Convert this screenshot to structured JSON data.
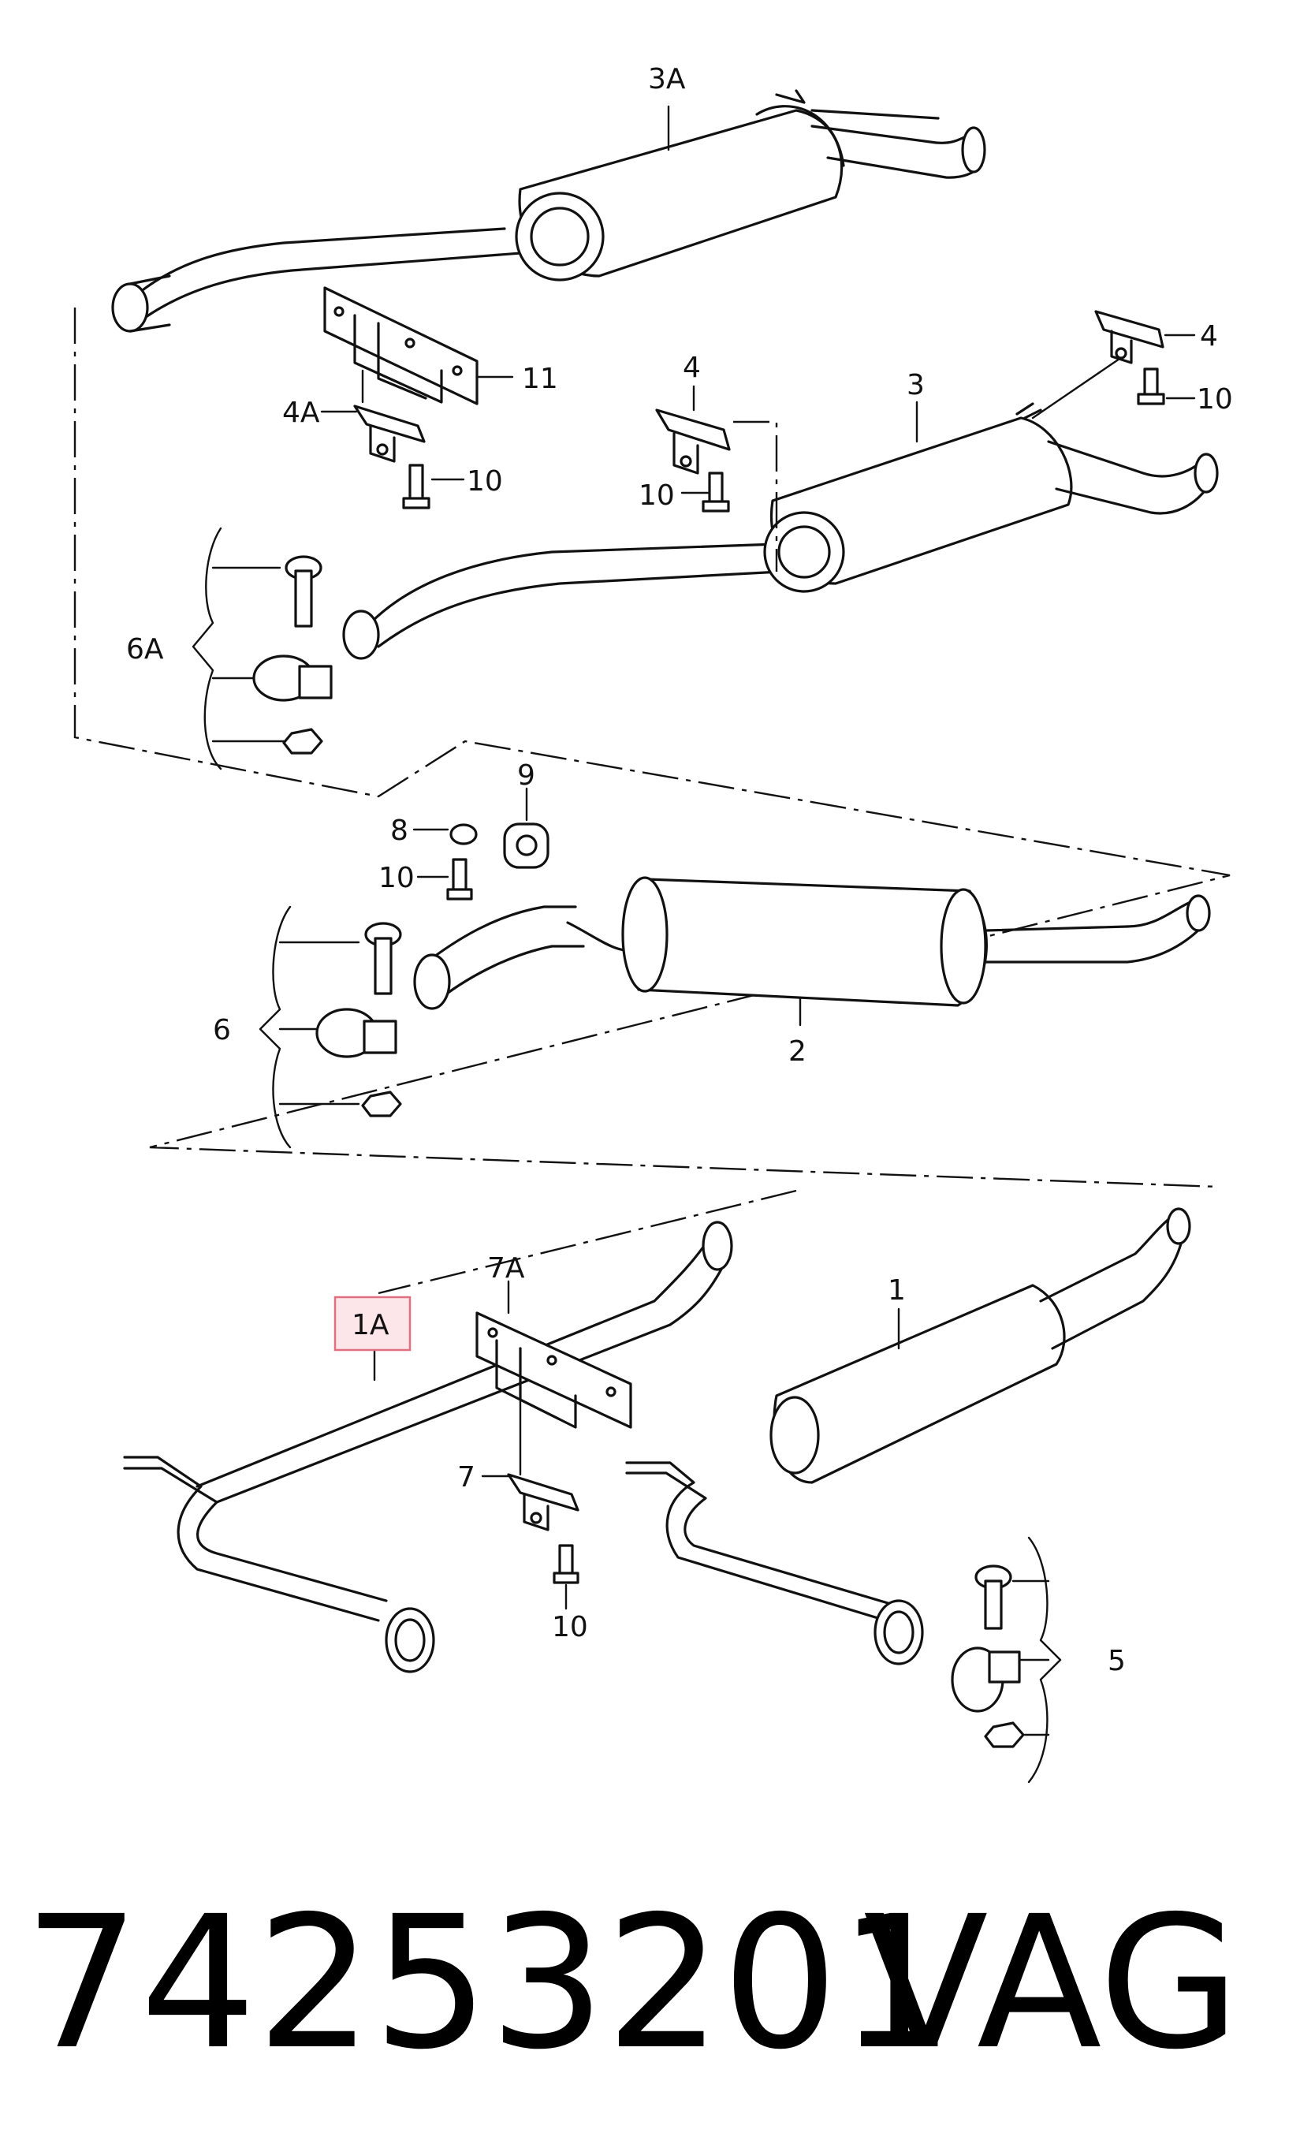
{
  "diagram": {
    "labels": {
      "l_3A": "3A",
      "l_11": "11",
      "l_4A": "4A",
      "l_10a": "10",
      "l_4a": "4",
      "l_3": "3",
      "l_4b": "4",
      "l_10b": "10",
      "l_10c": "10",
      "l_6A": "6A",
      "l_9": "9",
      "l_8": "8",
      "l_10d": "10",
      "l_6": "6",
      "l_2": "2",
      "l_7A": "7A",
      "l_1": "1",
      "l_1A": "1A",
      "l_7": "7",
      "l_10e": "10",
      "l_5": "5"
    },
    "highlighted_label": "1A"
  },
  "footer": {
    "part_number": "74253201",
    "brand": "VAG"
  }
}
